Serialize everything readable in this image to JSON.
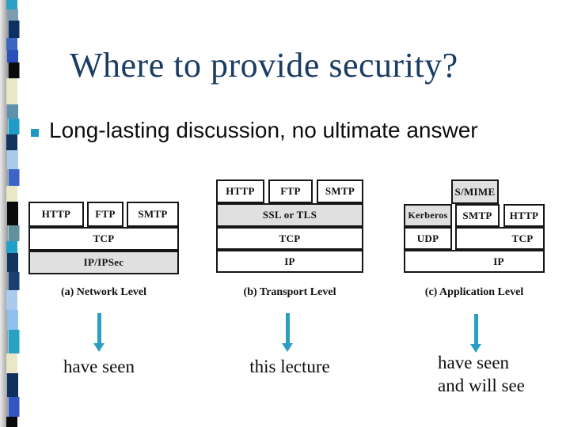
{
  "slide": {
    "title": "Where to provide security?",
    "bullet_text": "Long-lasting discussion, no ultimate answer"
  },
  "colors": {
    "title_text": "#1b3c63",
    "bullet_square": "#1e99c6",
    "arrow": "#2b9ec3",
    "shaded_cell": "#e0e0e0",
    "line": "#161616"
  },
  "diagrams": {
    "a": {
      "caption": "(a) Network Level",
      "cells": {
        "http": "HTTP",
        "ftp": "FTP",
        "smtp": "SMTP",
        "tcp": "TCP",
        "ip": "IP/IPSec"
      }
    },
    "b": {
      "caption": "(b) Transport Level",
      "cells": {
        "http": "HTTP",
        "ftp": "FTP",
        "smtp": "SMTP",
        "ssl": "SSL or TLS",
        "tcp": "TCP",
        "ip": "IP"
      }
    },
    "c": {
      "caption": "(c) Application Level",
      "cells": {
        "smime": "S/MIME",
        "kerberos": "Kerberos",
        "smtp": "SMTP",
        "http": "HTTP",
        "udp": "UDP",
        "tcp": "TCP",
        "ip": "IP"
      }
    }
  },
  "annotations": {
    "network": "have seen",
    "transport": "this lecture",
    "application_line1": "have seen",
    "application_line2": "and will see"
  },
  "decor_strip": {
    "blocks": [
      {
        "color": "#2e9fc4",
        "h": 12
      },
      {
        "color": "#7f9db0",
        "h": 14
      },
      {
        "color": "#0f3161",
        "h": 22
      },
      {
        "color": "#3a66c0",
        "h": 15
      },
      {
        "color": "#2b50bc",
        "h": 16
      },
      {
        "color": "#0b0b0b",
        "h": 20
      },
      {
        "color": "#eae7c8",
        "h": 33
      },
      {
        "color": "#5e91ab",
        "h": 18
      },
      {
        "color": "#219cc9",
        "h": 20
      },
      {
        "color": "#11355f",
        "h": 20
      },
      {
        "color": "#a9cbec",
        "h": 24
      },
      {
        "color": "#3c63c6",
        "h": 21
      },
      {
        "color": "#eae7c8",
        "h": 20
      },
      {
        "color": "#0b0b0b",
        "h": 30
      },
      {
        "color": "#61909f",
        "h": 20
      },
      {
        "color": "#22a1c8",
        "h": 15
      },
      {
        "color": "#0f3462",
        "h": 24
      },
      {
        "color": "#1c4170",
        "h": 23
      },
      {
        "color": "#a9ccee",
        "h": 25
      },
      {
        "color": "#8fc0ef",
        "h": 25
      },
      {
        "color": "#28a2c2",
        "h": 30
      },
      {
        "color": "#eae7c8",
        "h": 25
      },
      {
        "color": "#0e3160",
        "h": 30
      },
      {
        "color": "#3156c1",
        "h": 25
      },
      {
        "color": "#0b0b0b",
        "h": 13
      }
    ]
  }
}
